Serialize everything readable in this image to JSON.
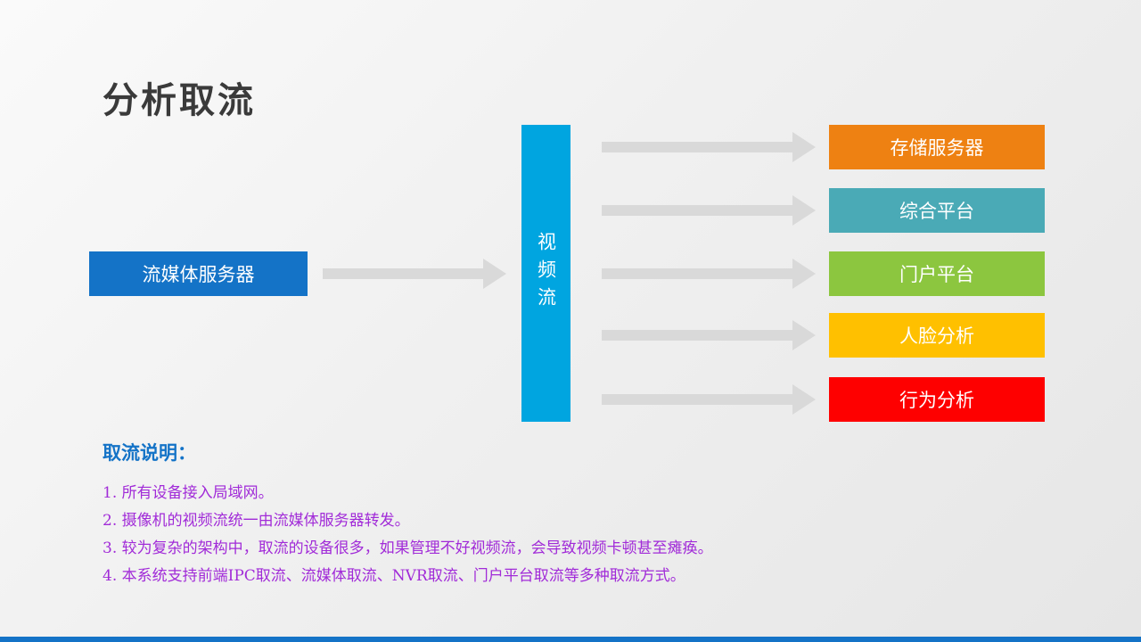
{
  "slide": {
    "title": "分析取流",
    "accent_color": "#1473c7"
  },
  "diagram": {
    "source_box": {
      "label": "流媒体服务器",
      "color": "#1473c7"
    },
    "hub": {
      "label": "视频流",
      "color": "#00a5e0"
    },
    "arrow_color": "#d9d9d9",
    "targets": [
      {
        "label": "存储服务器",
        "color": "#ee8112"
      },
      {
        "label": "综合平台",
        "color": "#4aaab6"
      },
      {
        "label": "门户平台",
        "color": "#8cc63f"
      },
      {
        "label": "人脸分析",
        "color": "#ffc000"
      },
      {
        "label": "行为分析",
        "color": "#fe0000"
      }
    ]
  },
  "notes": {
    "heading": "取流说明：",
    "heading_color": "#1473c7",
    "text_color": "#a12bd8",
    "items": [
      "1. 所有设备接入局域网。",
      "2. 摄像机的视频流统一由流媒体服务器转发。",
      "3. 较为复杂的架构中，取流的设备很多，如果管理不好视频流，会导致视频卡顿甚至瘫痪。",
      "4. 本系统支持前端IPC取流、流媒体取流、NVR取流、门户平台取流等多种取流方式。"
    ]
  }
}
